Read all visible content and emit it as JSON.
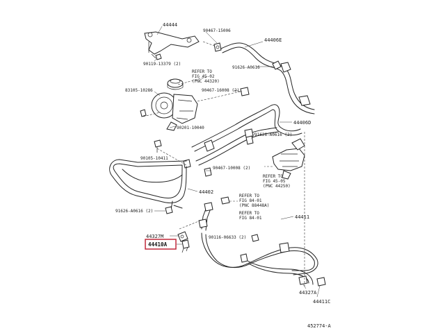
{
  "labels": {
    "p44444": "44444",
    "p90467_15006": "90467-15006",
    "p44406E": "44406E",
    "p90119_13379": "90119-13379 (2)",
    "p91626_a0616_top": "91626-A0616",
    "p83105": "83105-10286",
    "p90467_16008": "90467-16008 (2)",
    "p90201": "90201-10040",
    "p44406D": "44406D",
    "p91626_a0616_mid": "91626-A0616 (2)",
    "p90105": "90105-10411",
    "p90467_10008": "90467-10008 (2)",
    "p44402": "44402",
    "p91626_a0616_left": "91626-A0616 (2)",
    "p44327M": "44327M",
    "p44410A": "44410A",
    "p90116": "90116-06633 (2)",
    "p44411": "44411",
    "p44327A": "44327A",
    "p44411C": "44411C",
    "diagram_id": "452774-A"
  },
  "refs": {
    "ref1": [
      "REFER TO",
      "FIG 45-02",
      "(PNC 44320)"
    ],
    "ref2": [
      "REFER TO",
      "FIG 45-05",
      "(PNC 44250)"
    ],
    "ref3": [
      "REFER TO",
      "FIG 84-01",
      "(PNC 88448A)"
    ],
    "ref4": [
      "REFER TO",
      "FIG 84-01"
    ]
  },
  "highlight_color": "#c0283a"
}
